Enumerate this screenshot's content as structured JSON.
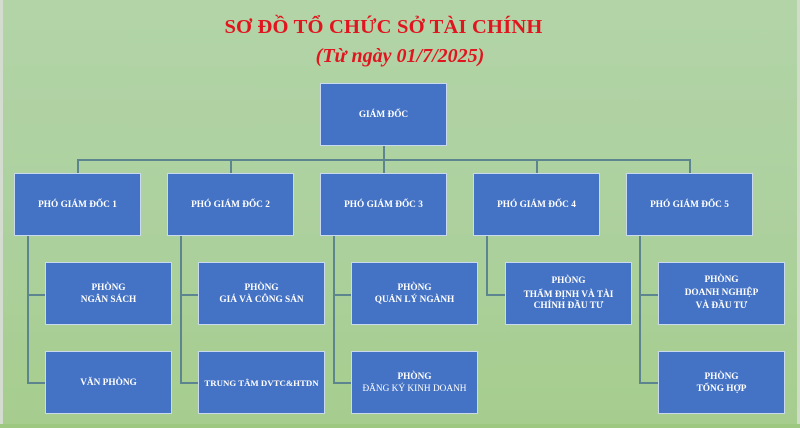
{
  "header": {
    "title": "SƠ ĐỒ TỔ CHỨC SỞ TÀI CHÍNH",
    "subtitle": "(Từ ngày 01/7/2025)"
  },
  "colors": {
    "title": "#e1151f",
    "box_fill": "#4472c4",
    "box_border": "#c9d9ef",
    "connector": "#5d8590",
    "background_top": "#b2d4a7",
    "background_bottom": "#a6cd8e"
  },
  "director": {
    "label": "GIÁM ĐỐC"
  },
  "deputies": [
    {
      "label": "PHÓ GIÁM ĐỐC 1",
      "units": [
        {
          "lines": [
            "PHÒNG",
            "NGÂN SÁCH"
          ]
        },
        {
          "lines": [
            "VĂN PHÒNG"
          ]
        }
      ]
    },
    {
      "label": "PHÓ GIÁM ĐỐC 2",
      "units": [
        {
          "lines": [
            "PHÒNG",
            "GIÁ VÀ CÔNG SẢN"
          ]
        },
        {
          "lines": [
            "TRUNG TÂM DVTC&HTDN"
          ]
        }
      ]
    },
    {
      "label": "PHÓ GIÁM ĐỐC 3",
      "units": [
        {
          "lines": [
            "PHÒNG",
            "QUẢN LÝ NGÀNH"
          ]
        },
        {
          "lines": [
            "PHÒNG",
            "ĐĂNG KÝ KINH DOANH"
          ]
        }
      ]
    },
    {
      "label": "PHÓ GIÁM ĐỐC 4",
      "units": [
        {
          "lines": [
            "PHÒNG",
            "THẨM ĐỊNH VÀ TÀI",
            "CHÍNH ĐẦU TƯ"
          ]
        }
      ]
    },
    {
      "label": "PHÓ GIÁM ĐỐC 5",
      "units": [
        {
          "lines": [
            "PHÒNG",
            "DOANH NGHIỆP",
            "VÀ ĐẦU TƯ"
          ]
        },
        {
          "lines": [
            "PHÒNG",
            "TỔNG HỢP"
          ]
        }
      ]
    }
  ]
}
